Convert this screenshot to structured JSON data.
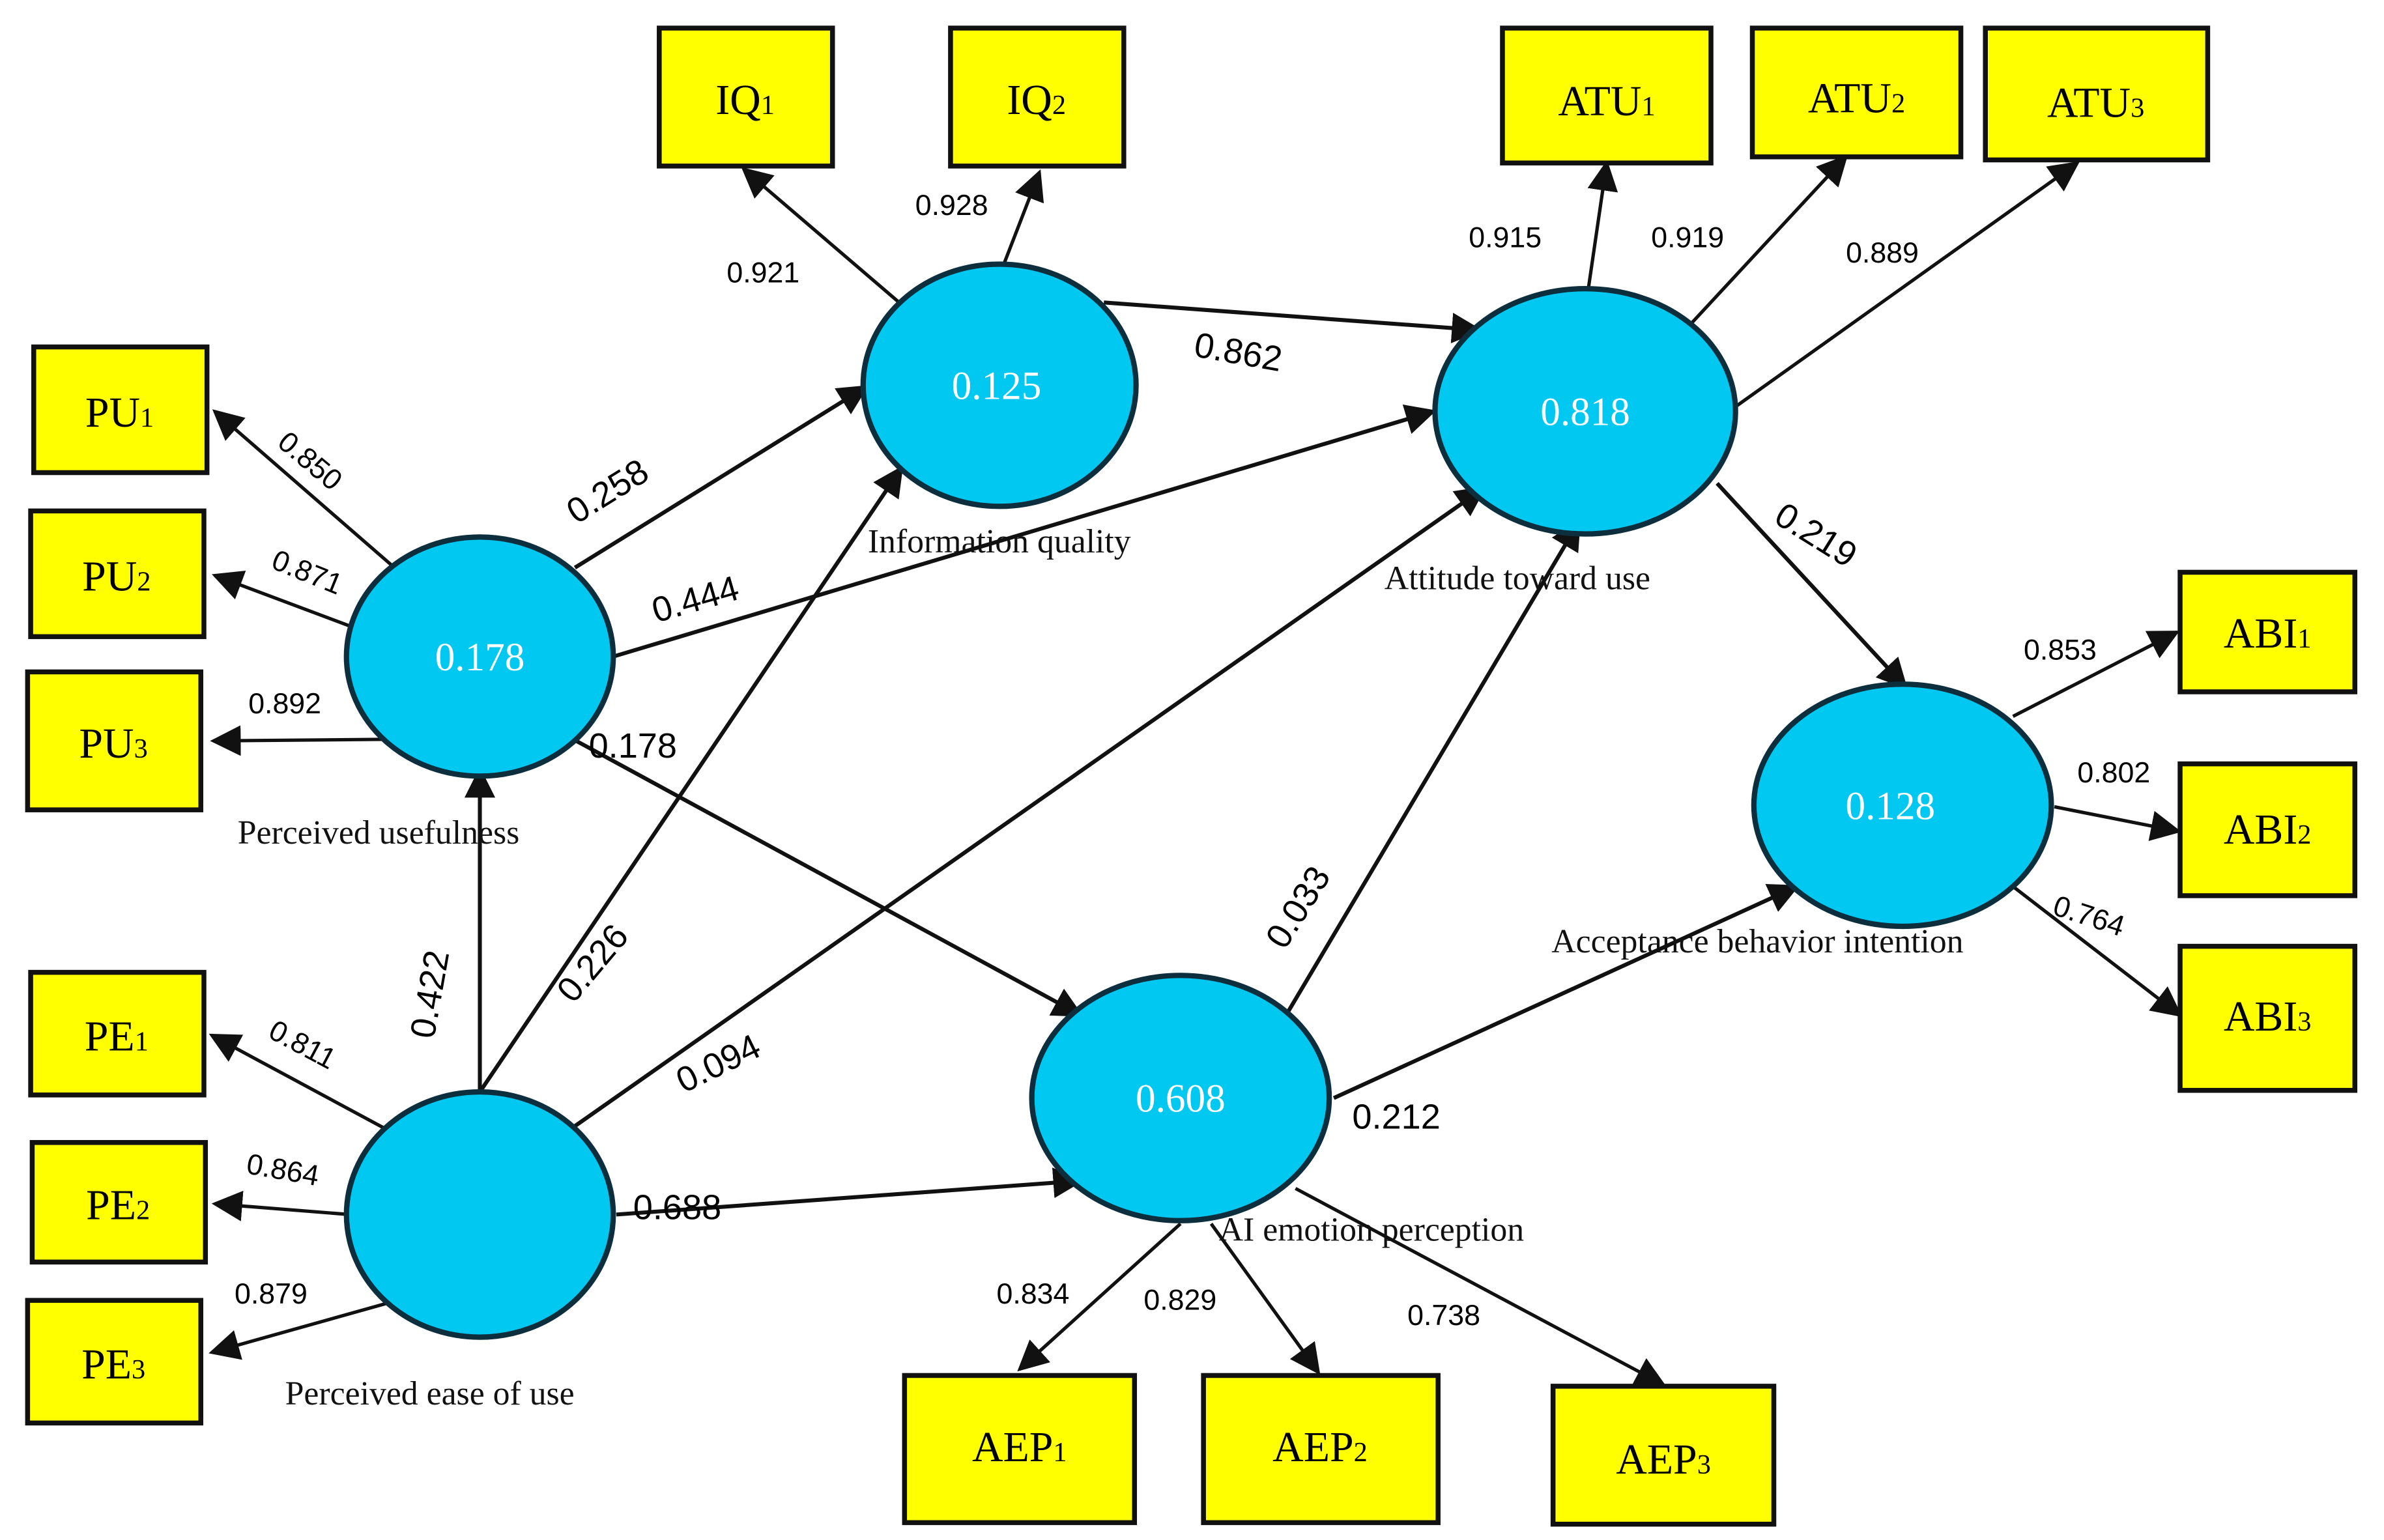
{
  "colors": {
    "indicator_fill": "#ffff00",
    "construct_fill": "#00c8f0",
    "outline": "#111111",
    "construct_text": "#ffffff"
  },
  "constructs": {
    "pu": {
      "name": "Perceived usefulness",
      "r2": "0.178"
    },
    "iq": {
      "name": "Information quality",
      "r2": "0.125"
    },
    "atu": {
      "name": "Attitude toward use",
      "r2": "0.818"
    },
    "abi": {
      "name": "Acceptance behavior intention",
      "r2": "0.128"
    },
    "aep": {
      "name": "AI emotion perception",
      "r2": "0.608"
    },
    "pe": {
      "name": "Perceived ease of use",
      "r2": ""
    }
  },
  "indicators": {
    "pu1": {
      "base": "PU",
      "sub": "1"
    },
    "pu2": {
      "base": "PU",
      "sub": "2"
    },
    "pu3": {
      "base": "PU",
      "sub": "3"
    },
    "pe1": {
      "base": "PE",
      "sub": "1"
    },
    "pe2": {
      "base": "PE",
      "sub": "2"
    },
    "pe3": {
      "base": "PE",
      "sub": "3"
    },
    "iq1": {
      "base": "IQ",
      "sub": "1"
    },
    "iq2": {
      "base": "IQ",
      "sub": "2"
    },
    "atu1": {
      "base": "ATU",
      "sub": "1"
    },
    "atu2": {
      "base": "ATU",
      "sub": "2"
    },
    "atu3": {
      "base": "ATU",
      "sub": "3"
    },
    "abi1": {
      "base": "ABI",
      "sub": "1"
    },
    "abi2": {
      "base": "ABI",
      "sub": "2"
    },
    "abi3": {
      "base": "ABI",
      "sub": "3"
    },
    "aep1": {
      "base": "AEP",
      "sub": "1"
    },
    "aep2": {
      "base": "AEP",
      "sub": "2"
    },
    "aep3": {
      "base": "AEP",
      "sub": "3"
    }
  },
  "loadings": {
    "pu1": "0.850",
    "pu2": "0.871",
    "pu3": "0.892",
    "pe1": "0.811",
    "pe2": "0.864",
    "pe3": "0.879",
    "iq1": "0.921",
    "iq2": "0.928",
    "atu1": "0.915",
    "atu2": "0.919",
    "atu3": "0.889",
    "abi1": "0.853",
    "abi2": "0.802",
    "abi3": "0.764",
    "aep1": "0.834",
    "aep2": "0.829",
    "aep3": "0.738"
  },
  "paths": {
    "pu_iq": "0.258",
    "pu_atu": "0.444",
    "pu_aep": "0.178",
    "iq_atu": "0.862",
    "atu_abi": "0.219",
    "pe_pu": "0.422",
    "pe_iq": "0.226",
    "pe_atu": "0.094",
    "pe_aep": "0.688",
    "aep_atu": "0.033",
    "aep_abi": "0.212"
  }
}
